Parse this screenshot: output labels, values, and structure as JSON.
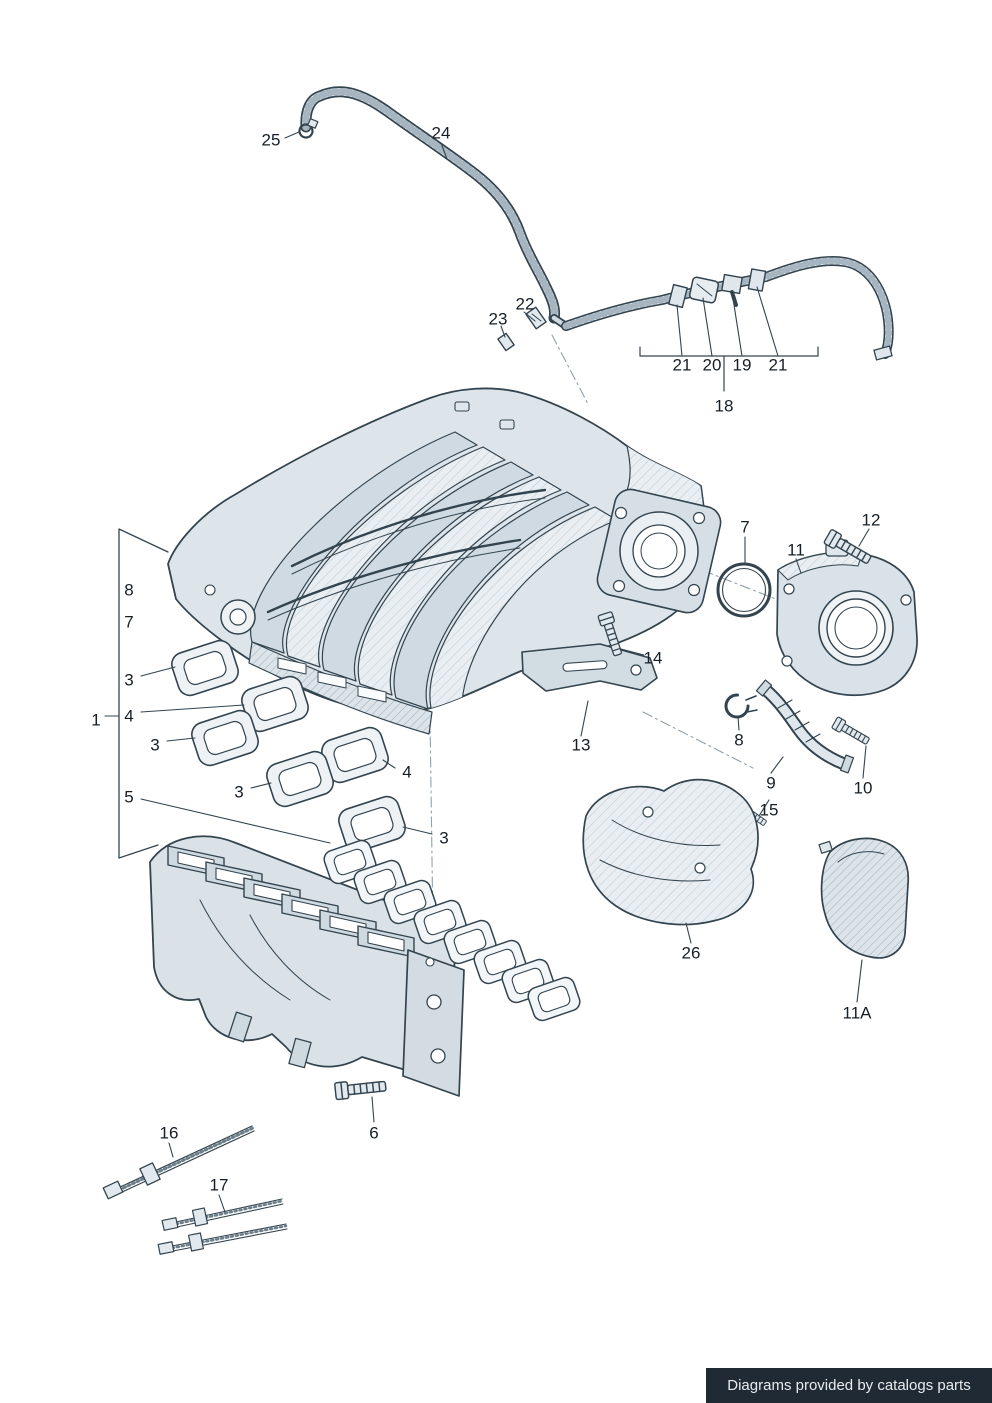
{
  "callouts": [
    {
      "id": "25",
      "text": "25"
    },
    {
      "id": "24",
      "text": "24"
    },
    {
      "id": "22",
      "text": "22"
    },
    {
      "id": "23",
      "text": "23"
    },
    {
      "id": "21-a",
      "text": "21"
    },
    {
      "id": "20",
      "text": "20"
    },
    {
      "id": "19",
      "text": "19"
    },
    {
      "id": "21-b",
      "text": "21"
    },
    {
      "id": "18",
      "text": "18"
    },
    {
      "id": "12",
      "text": "12"
    },
    {
      "id": "7-a",
      "text": "7"
    },
    {
      "id": "11",
      "text": "11"
    },
    {
      "id": "8-a",
      "text": "8"
    },
    {
      "id": "7-b",
      "text": "7"
    },
    {
      "id": "3-a",
      "text": "3"
    },
    {
      "id": "4-a",
      "text": "4"
    },
    {
      "id": "1",
      "text": "1"
    },
    {
      "id": "3-b",
      "text": "3"
    },
    {
      "id": "14",
      "text": "14"
    },
    {
      "id": "13",
      "text": "13"
    },
    {
      "id": "8-b",
      "text": "8"
    },
    {
      "id": "9",
      "text": "9"
    },
    {
      "id": "10",
      "text": "10"
    },
    {
      "id": "3-c",
      "text": "3"
    },
    {
      "id": "4-b",
      "text": "4"
    },
    {
      "id": "5",
      "text": "5"
    },
    {
      "id": "15",
      "text": "15"
    },
    {
      "id": "3-d",
      "text": "3"
    },
    {
      "id": "26",
      "text": "26"
    },
    {
      "id": "11A",
      "text": "11A"
    },
    {
      "id": "6",
      "text": "6"
    },
    {
      "id": "16",
      "text": "16"
    },
    {
      "id": "17",
      "text": "17"
    }
  ],
  "footer": {
    "text": "Diagrams provided by catalogs parts"
  },
  "colors": {
    "line": "#33444f",
    "fill_light": "#e9eef2",
    "fill_mid": "#cfdae2",
    "label_text": "#161f27",
    "footer_bg": "#1f2a35",
    "footer_fg": "#e8ecef"
  }
}
